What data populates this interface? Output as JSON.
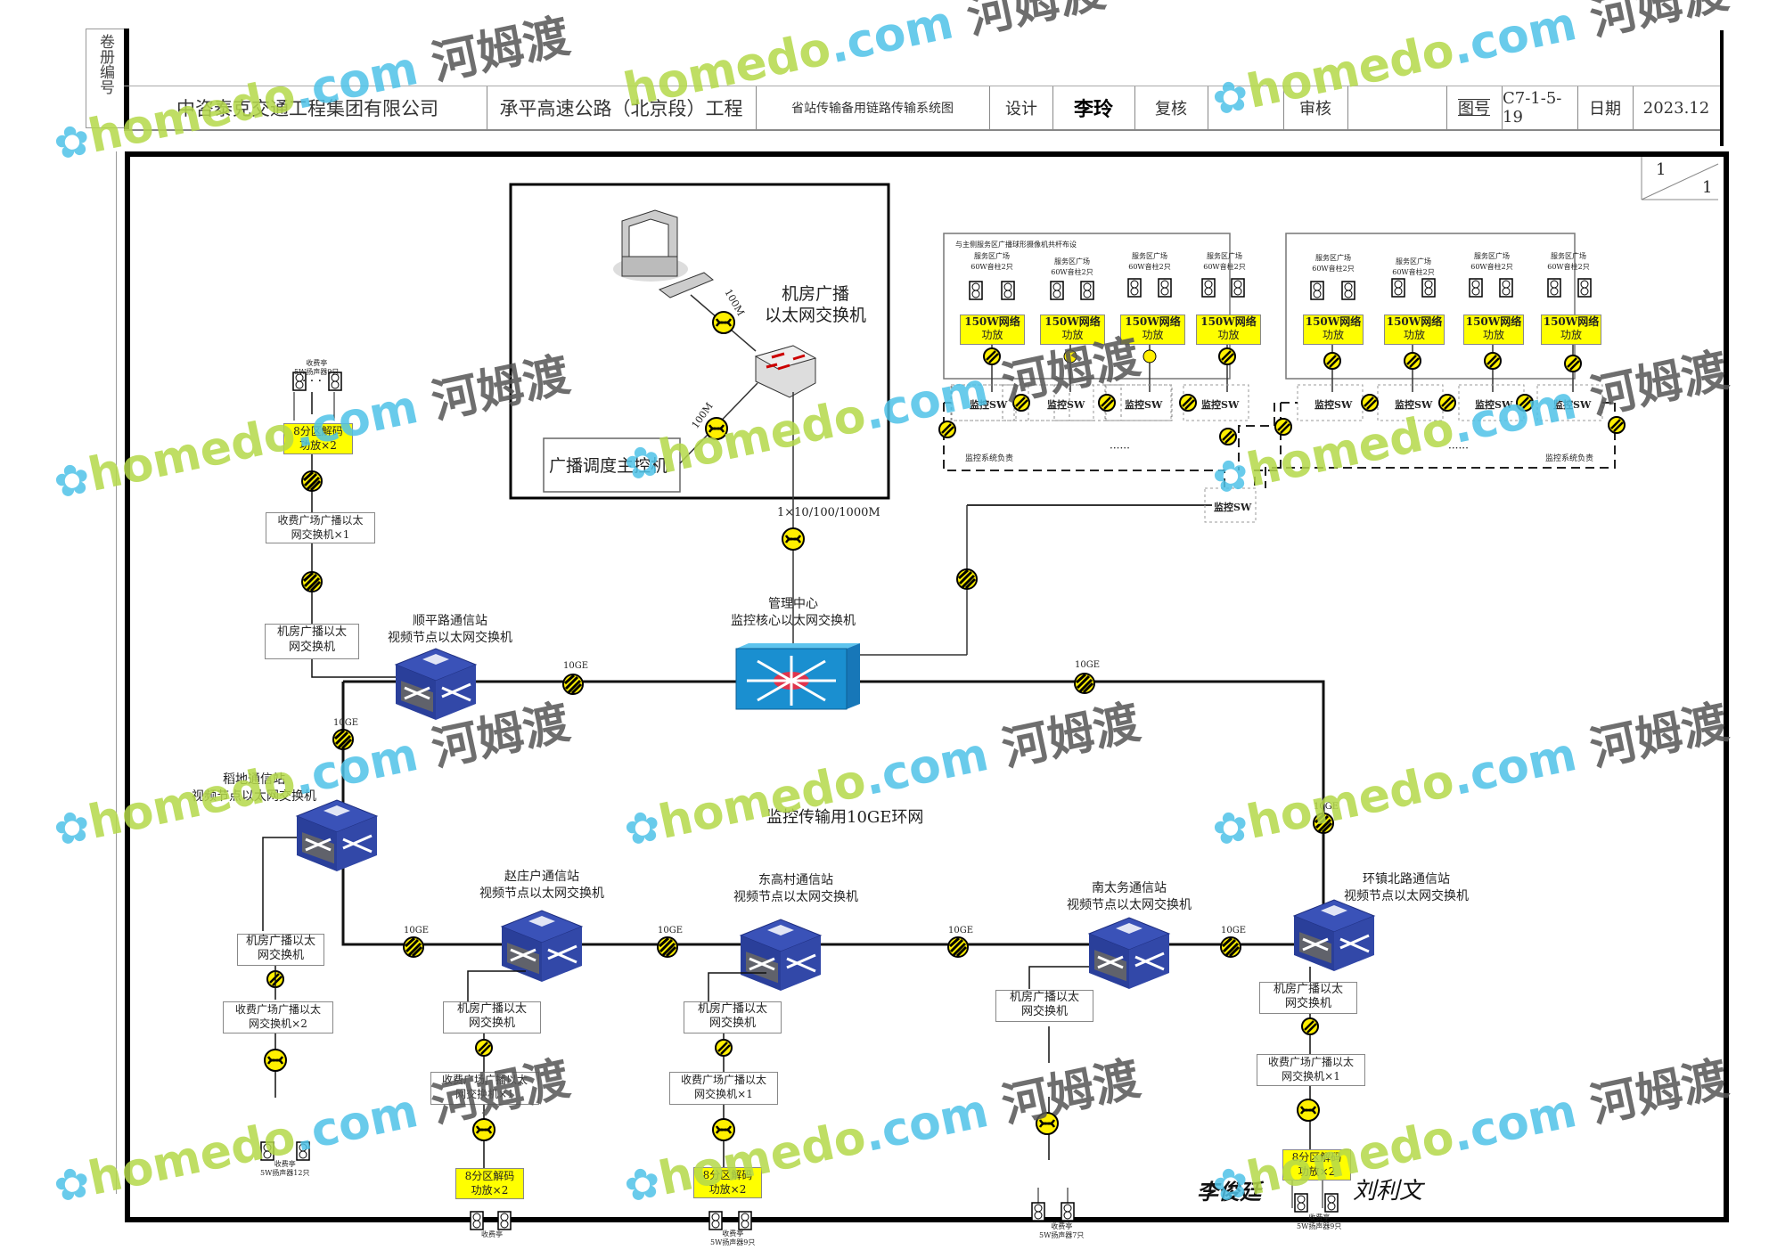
{
  "title_block": {
    "volume_label": "卷册编号",
    "company": "中咨泰克交通工程集团有限公司",
    "project": "承平高速公路（北京段）工程",
    "drawing_title": "省站传输备用链路传输系统图",
    "design_label": "设计",
    "designer_signature": "李玲",
    "review_label": "复核",
    "reviewer": "",
    "approve_label": "审核",
    "approver": "",
    "drawing_no_label": "图号",
    "drawing_no": "C7-1-5-19",
    "date_label": "日期",
    "date": "2023.12",
    "sheet_current": "1",
    "sheet_total": "1"
  },
  "colors": {
    "amplifier_fill": "#ffff00",
    "connector_fill": "#ffff00",
    "core_switch": "#1a8fd0",
    "node_switch": "#2a3f9a",
    "line": "#111111"
  },
  "control_room": {
    "switch_label_line1": "机房广播",
    "switch_label_line2": "以太网交换机",
    "host_label": "广播调度主控机",
    "link_pc": "100M",
    "link_host": "100M",
    "uplink": "1×10/100/1000M"
  },
  "core": {
    "label_line1": "管理中心",
    "label_line2": "监控核心以太网交换机"
  },
  "ring_label": "监控传输用10GE环网",
  "link_speed": "10GE",
  "stations": [
    {
      "name": "顺平路通信站",
      "sub": "视频节点以太网交换机"
    },
    {
      "name": "稻地通信站",
      "sub": "视频节点以太网交换机"
    },
    {
      "name": "赵庄户通信站",
      "sub": "视频节点以太网交换机"
    },
    {
      "name": "东高村通信站",
      "sub": "视频节点以太网交换机"
    },
    {
      "name": "南太务通信站",
      "sub": "视频节点以太网交换机"
    },
    {
      "name": "环镇北路通信站",
      "sub": "视频节点以太网交换机"
    }
  ],
  "branch": {
    "room_switch_l1": "机房广播以太",
    "room_switch_l2": "网交换机",
    "toll_switch_l1": "收费广场广播以太",
    "toll_switch_x1": "网交换机×1",
    "toll_switch_x2": "网交换机×2",
    "decoder_l1": "8分区解码",
    "decoder_l2": "功放×2",
    "toll_booth": "收费亭",
    "speaker_9": "5W扬声器9只",
    "speaker_12": "5W扬声器12只",
    "speaker_7": "5W扬声器7只"
  },
  "service_area": {
    "note": "与主侧服务区广播球形摄像机共杆布设",
    "speaker_l1": "服务区广场",
    "speaker_l2": "60W音柱2只",
    "amp_l1": "150W网络",
    "amp_l2": "功放",
    "monitor_sw": "监控SW",
    "monitor_responsible": "监控系统负责",
    "ellipsis": "······"
  },
  "signatures": [
    "李俊廷",
    "刘利文"
  ],
  "watermark": {
    "brand": "homedo",
    "domain": ".com",
    "cn": "河姆渡"
  }
}
